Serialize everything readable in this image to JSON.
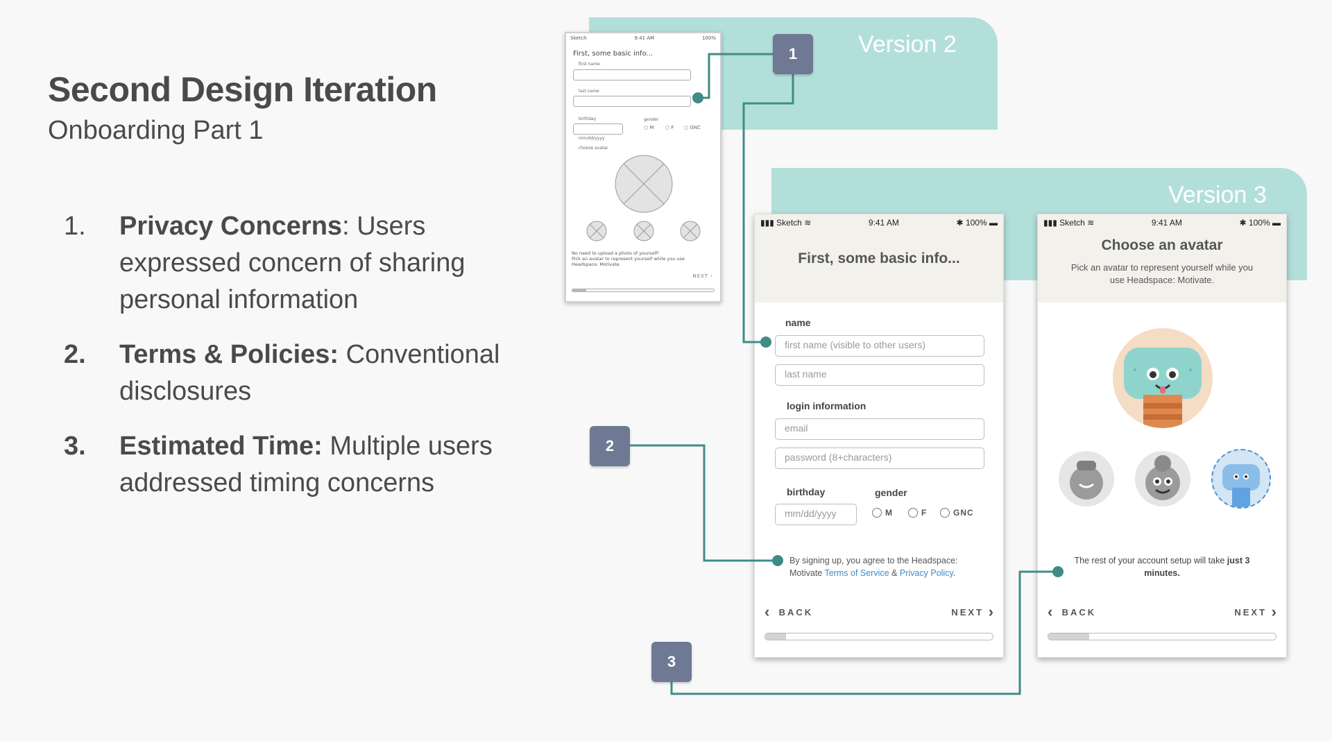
{
  "slide": {
    "title": "Second Design Iteration",
    "subtitle": "Onboarding Part 1"
  },
  "points": [
    {
      "num": "1.",
      "heading": "Privacy Concerns",
      "sep": ": ",
      "text": "Users expressed concern of sharing personal information"
    },
    {
      "num": "2.",
      "heading": "Terms & Policies:",
      "sep": " ",
      "text": "Conventional disclosures"
    },
    {
      "num": "3.",
      "heading": "Estimated Time:",
      "sep": " ",
      "text": "Multiple users addressed timing concerns"
    }
  ],
  "bands": {
    "v2": "Version 2",
    "v3": "Version 3"
  },
  "badges": [
    "1",
    "2",
    "3"
  ],
  "colors": {
    "accent": "#b3dfda",
    "connector": "#3f8c86",
    "badge": "#6f7994",
    "link": "#3d89c9"
  },
  "wireframe": {
    "status": {
      "carrier": "Sketch",
      "time": "9:41 AM",
      "battery": "100%"
    },
    "title": "First, some basic info...",
    "first_name": "first name",
    "last_name": "last name",
    "birthday": "birthday",
    "date_hint": "mm/dd/yyyy",
    "gender": "gender",
    "genders": [
      "M",
      "F",
      "GNC"
    ],
    "choose_avatar": "choose avatar",
    "note1": "No need to upload a photo of yourself!",
    "note2": "Pick an avatar to represent yourself while you use Headspace: Motivate.",
    "next": "NEXT",
    "progress": 0.1
  },
  "signup": {
    "status": {
      "carrier": "Sketch",
      "time": "9:41 AM",
      "battery": "100%"
    },
    "title": "First, some basic info...",
    "name_label": "name",
    "first_placeholder": "first name (visible to other users)",
    "last_placeholder": "last name",
    "login_label": "login information",
    "email_placeholder": "email",
    "password_placeholder": "password (8+characters)",
    "birthday_label": "birthday",
    "birthday_placeholder": "mm/dd/yyyy",
    "gender_label": "gender",
    "genders": [
      "M",
      "F",
      "GNC"
    ],
    "terms_prefix": "By signing up, you agree to the Headspace: Motivate",
    "terms_link": "Terms of Service",
    "terms_and": "&",
    "privacy_link": "Privacy Policy",
    "terms_end": ".",
    "back": "BACK",
    "next": "NEXT",
    "progress": 0.09
  },
  "avatar": {
    "status": {
      "carrier": "Sketch",
      "time": "9:41 AM",
      "battery": "100%"
    },
    "title": "Choose an avatar",
    "desc": "Pick an avatar to represent yourself while you use Headspace: Motivate.",
    "setup_prefix": "The rest of your account setup will take",
    "setup_bold": "just 3 minutes.",
    "back": "BACK",
    "next": "NEXT",
    "progress": 0.18
  }
}
